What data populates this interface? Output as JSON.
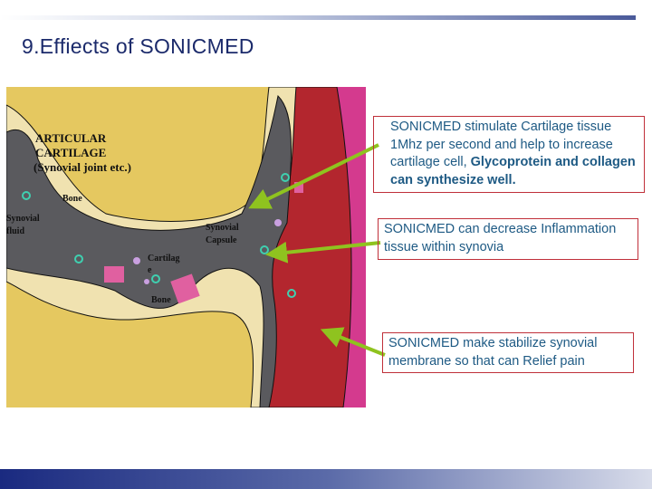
{
  "slide": {
    "title": "9.Effiects of SONICMED"
  },
  "illustration": {
    "labels": {
      "articular1": "ARTICULAR",
      "articular2": "CARTILAGE",
      "articular3": "(Synovial joint etc.)",
      "bone_top": "Bone",
      "synovial_fluid1": "Synovial",
      "synovial_fluid2": "fluid",
      "capsule1": "Synovial",
      "capsule2": "Capsule",
      "cartilage1": "Cartilag",
      "cartilage2": "e",
      "bone_bottom": "Bone"
    }
  },
  "callouts": [
    {
      "brand": "SONICMED",
      "text": " stimulate Cartilage tissue 1Mhz per second and help to increase cartilage cell, ",
      "bold": "Glycoprotein and collagen can synthesize well."
    },
    {
      "brand": "SONICMED",
      "text": " can decrease Inflammation  tissue within synovia"
    },
    {
      "brand": "SONICMED",
      "text": " make stabilize synovial membrane  so that can Relief pain"
    }
  ],
  "colors": {
    "title": "#1b2a6b",
    "callout_text": "#1e5a84",
    "callout_border": "#c0303a",
    "arrow": "#8fc31f",
    "bone": "#e5c860",
    "cartilage": "#f0e2b0",
    "synovium": "#5a5a5e",
    "capsule": "#b3262e",
    "skin": "#d43a8e"
  }
}
